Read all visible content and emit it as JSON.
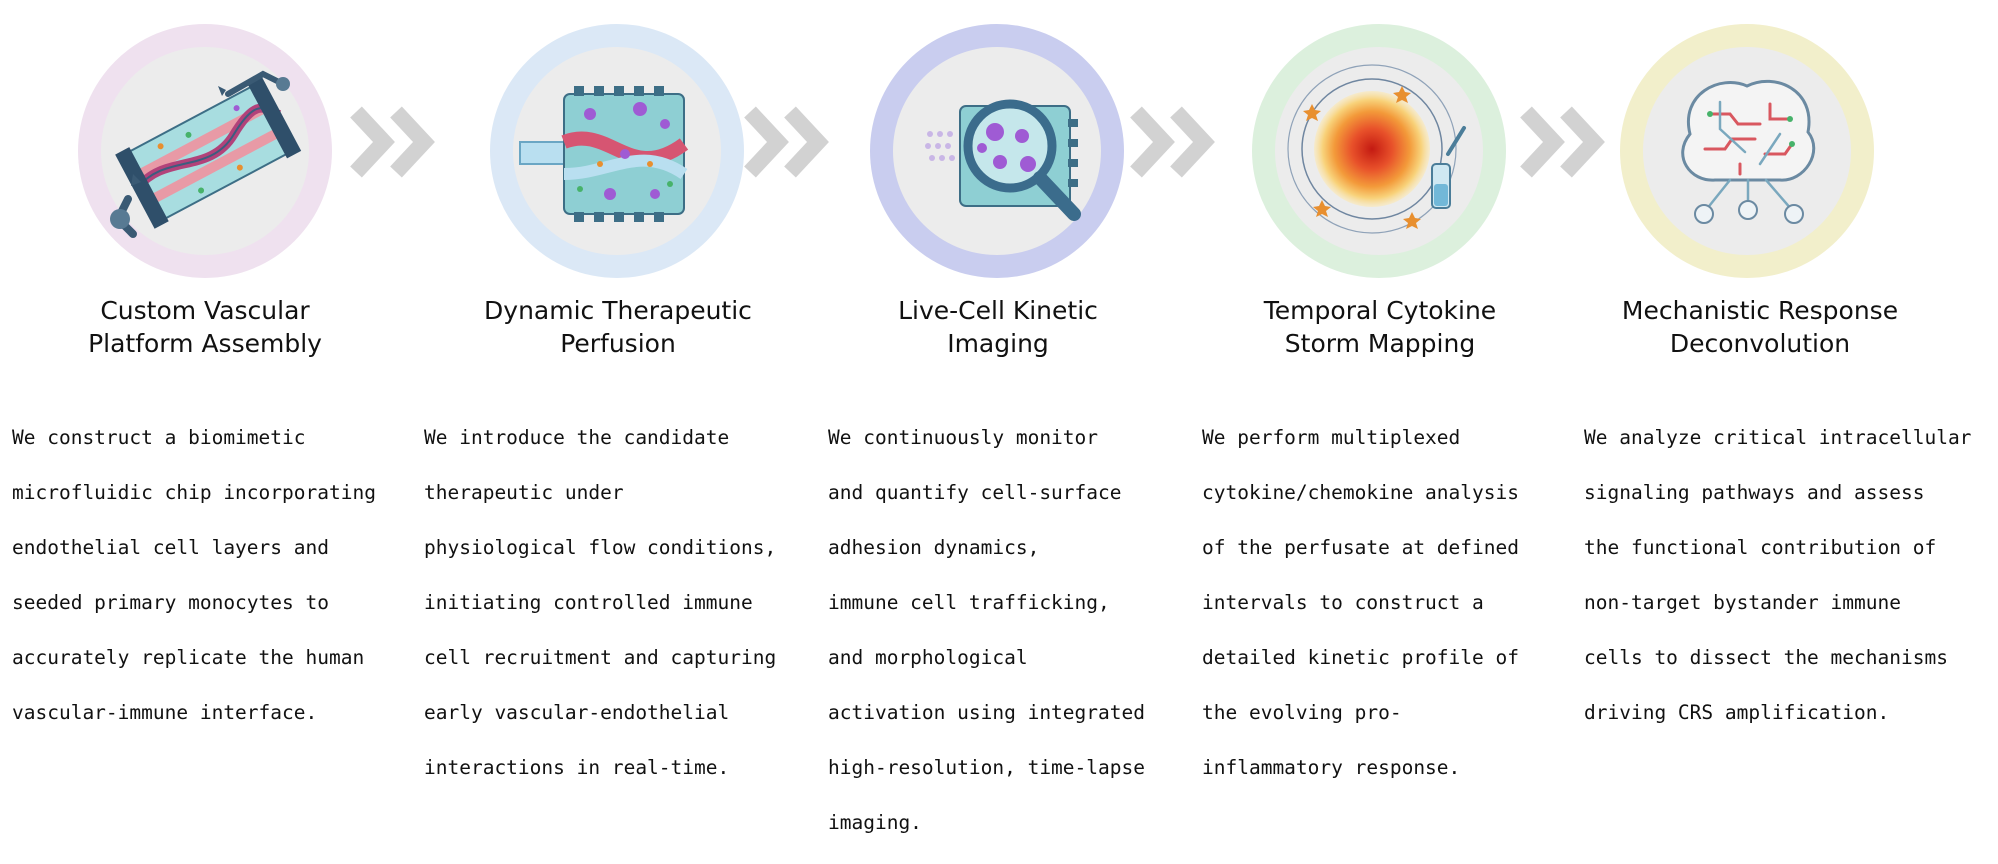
{
  "colors": {
    "ring1": "#efe1ef",
    "ring2": "#dbe8f6",
    "ring3": "#c9cdef",
    "ring4": "#dcf0dd",
    "ring5": "#f2efcb",
    "chevron": "#d2d2d2",
    "tissue_pink": "#e89aa6",
    "chip_teal": "#8ecfd3",
    "cell_purple": "#9f5bd4",
    "heat_red": "#e03a1e",
    "circuit_red": "#d9575f"
  },
  "steps": [
    {
      "icon": "microfluidic-chip-robot-arm",
      "title": [
        "Custom Vascular",
        "Platform Assembly"
      ],
      "description": [
        "We construct a biomimetic",
        "microfluidic chip incorporating",
        "endothelial cell layers and",
        "seeded primary monocytes to",
        "accurately replicate the human",
        "vascular-immune interface."
      ]
    },
    {
      "icon": "perfusion-chip",
      "title": [
        "Dynamic Therapeutic",
        "Perfusion"
      ],
      "description": [
        "We introduce the candidate",
        "therapeutic under",
        "physiological flow conditions,",
        "initiating controlled immune",
        "cell recruitment and capturing",
        "early vascular-endothelial",
        "interactions in real-time."
      ]
    },
    {
      "icon": "magnifier-imaging",
      "title": [
        "Live-Cell Kinetic",
        "Imaging"
      ],
      "description": [
        "We continuously monitor",
        "and quantify cell-surface",
        "adhesion dynamics,",
        "immune cell trafficking,",
        "and morphological",
        "activation using integrated",
        "high-resolution, time-lapse",
        "imaging."
      ]
    },
    {
      "icon": "cytokine-heatmap",
      "title": [
        "Temporal Cytokine",
        "Storm Mapping"
      ],
      "description": [
        "We perform multiplexed",
        "cytokine/chemokine analysis",
        "of the perfusate at defined",
        "intervals to construct a",
        "detailed kinetic profile of",
        "the evolving pro-",
        "inflammatory response."
      ]
    },
    {
      "icon": "signaling-brain-network",
      "title": [
        "Mechanistic Response",
        "Deconvolution"
      ],
      "description": [
        "We analyze critical intracellular",
        "signaling pathways and assess",
        "the functional contribution of",
        "non-target bystander immune",
        "cells to dissect the mechanisms",
        "driving CRS amplification."
      ]
    }
  ]
}
